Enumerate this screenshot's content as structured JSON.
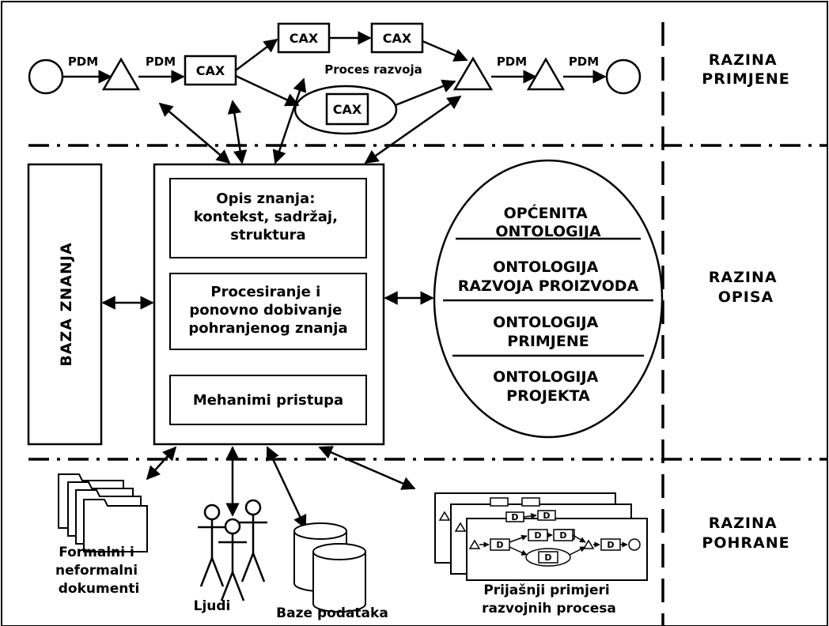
{
  "levels": {
    "application": [
      "RAZINA",
      "PRIMJENE"
    ],
    "description": [
      "RAZINA",
      "OPISA"
    ],
    "storage": [
      "RAZINA",
      "POHRANE"
    ]
  },
  "process": {
    "pdm": "PDM",
    "cax": "CAX",
    "caption": "Proces razvoja"
  },
  "knowledge_base": "BAZA ZNANJA",
  "system_boxes": {
    "knowledge_description": [
      "Opis znanja:",
      "kontekst, sadržaj,",
      "struktura"
    ],
    "processing": [
      "Procesiranje i",
      "ponovno dobivanje",
      "pohranjenog znanja"
    ],
    "access": "Mehanimi pristupa"
  },
  "ontologies": [
    [
      "OPĆENITA",
      "ONTOLOGIJA"
    ],
    [
      "ONTOLOGIJA",
      "RAZVOJA PROIZVODA"
    ],
    [
      "ONTOLOGIJA",
      "PRIMJENE"
    ],
    [
      "ONTOLOGIJA",
      "PROJEKTA"
    ]
  ],
  "sources": {
    "documents": [
      "Formalni i",
      "neformalni",
      "dokumenti"
    ],
    "people": "Ljudi",
    "databases": "Baze podataka",
    "previous_processes": [
      "Prijašnji primjeri",
      "razvojnih procesa"
    ]
  },
  "mini_process_label": "D"
}
